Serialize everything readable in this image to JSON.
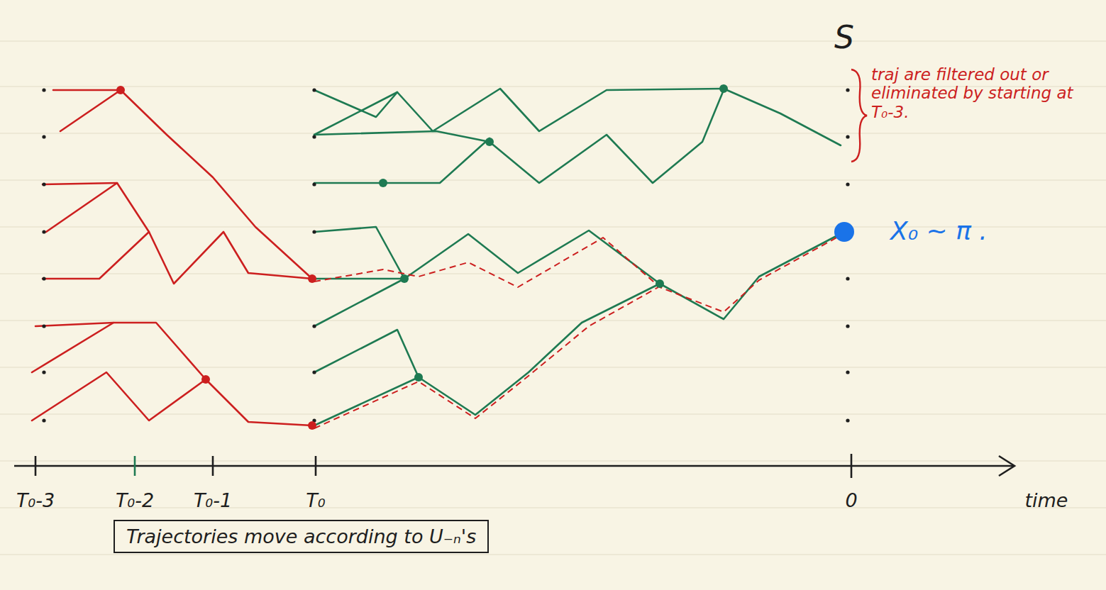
{
  "diagram": {
    "nodes": [
      {
        "text": [
          "Trajectories move according to U₋ₙ's"
        ]
      }
    ],
    "edges": [],
    "labels": [
      "S",
      "traj are filtered out or eliminated by starting at T₀-3.",
      "X₀ ~ π .",
      "T₀-3",
      "T₀-2",
      "T₀-1",
      "T₀",
      "0",
      "time"
    ]
  }
}
